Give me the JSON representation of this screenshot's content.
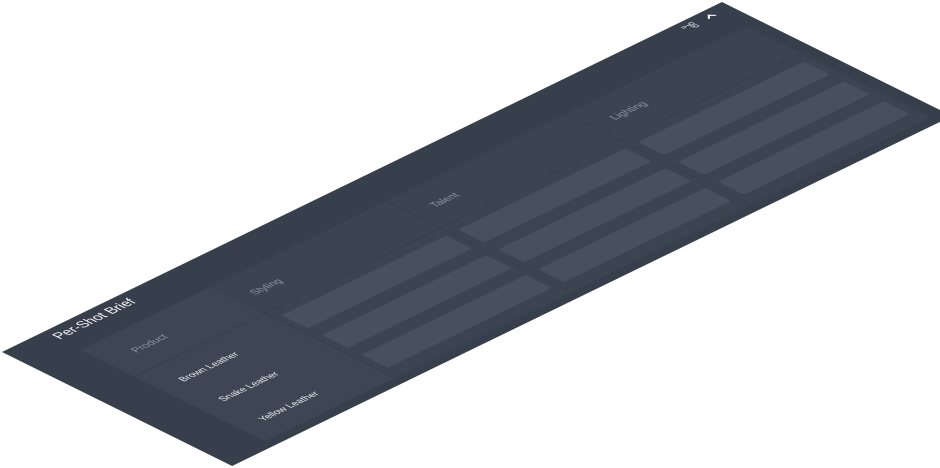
{
  "panel": {
    "title": "Per-Shot Brief"
  },
  "icons": [
    "flow-diagram-icon",
    "chevron-up-icon"
  ],
  "columns": [
    "Product",
    "Styling",
    "Talent",
    "Lighting"
  ],
  "rows": [
    "Brown Leather",
    "Snake Leather",
    "Yellow Leather"
  ],
  "colors": {
    "panel": "#373f4c",
    "card": "#3c4451",
    "placeholder": "#48505d"
  }
}
